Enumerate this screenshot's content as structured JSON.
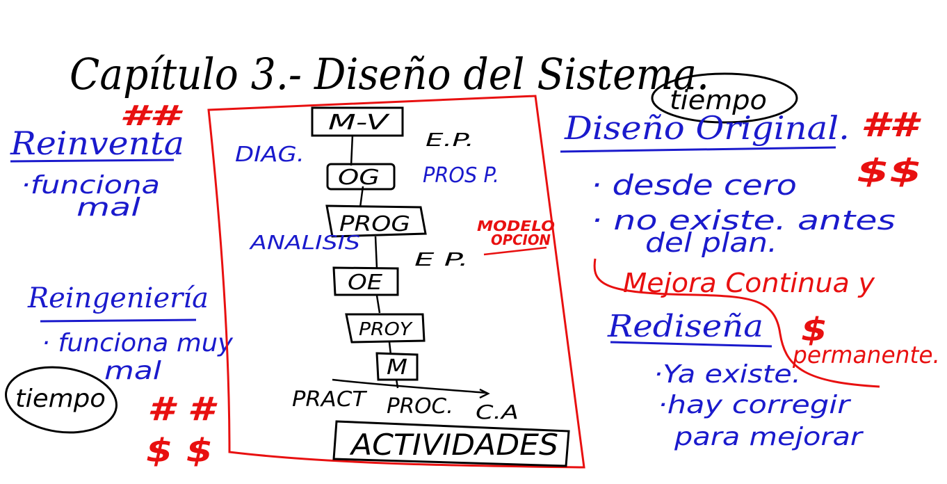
{
  "colors": {
    "ink": "#000000",
    "blue": "#1a1acc",
    "red": "#e81010",
    "paper": "#ffffff"
  },
  "title": "Capítulo 3.- Diseño del Sistema.",
  "top_tiempo": "tiempo",
  "left": {
    "reinventa": {
      "title": "Reinventa",
      "bullet_l1": "·funciona",
      "bullet_l2": "mal",
      "marks": "##"
    },
    "reingenieria": {
      "title": "Reingeniería",
      "bullet_l1": "· funciona muy",
      "bullet_l2": "mal"
    },
    "tiempo": "tiempo",
    "marks_row1": "# #",
    "marks_row2": "$ $"
  },
  "flow": {
    "boxes": [
      "M-V",
      "OG",
      "PROG",
      "OE",
      "PROY",
      "M"
    ],
    "labels": {
      "diag": "DIAG.",
      "ep_top": "E.P.",
      "prosp": "PROS P.",
      "analisis": "ANALISIS",
      "ep_mid": "E P.",
      "modelo_l1": "MODELO",
      "modelo_l2": "OPCION",
      "pract": "PRACT",
      "proc": "PROC.",
      "ca": "C.A",
      "actividades": "ACTIVIDADES"
    }
  },
  "right": {
    "diseno_original": {
      "title": "Diseño Original.",
      "bullet1": "· desde cero",
      "bullet2_l1": "· no existe. antes",
      "bullet2_l2": "del plan.",
      "marks_row1": "##",
      "marks_row2": "$$"
    },
    "mejora": {
      "l1": "Mejora Continua y",
      "l2": "permanente."
    },
    "redisena": {
      "title": "Rediseña",
      "mark": "$",
      "bullet1": "·Ya existe.",
      "bullet2_l1": "·hay corregir",
      "bullet2_l2": "para mejorar"
    }
  }
}
